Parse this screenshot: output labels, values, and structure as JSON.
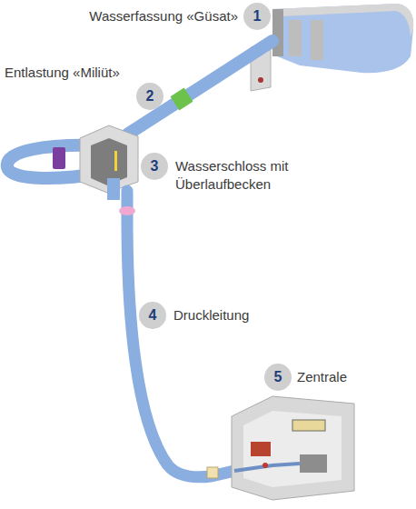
{
  "diagram": {
    "nodes": [
      {
        "text": [
          "1",
          "Wasserfassung «Güsat»"
        ]
      },
      {
        "text": [
          "2",
          "Entlastung «Miliüt»"
        ]
      },
      {
        "text": [
          "3",
          "Wasserschloss mit Überlaufbecken"
        ]
      },
      {
        "text": [
          "4",
          "Druckleitung"
        ]
      },
      {
        "text": [
          "5",
          "Zentrale"
        ]
      }
    ]
  }
}
